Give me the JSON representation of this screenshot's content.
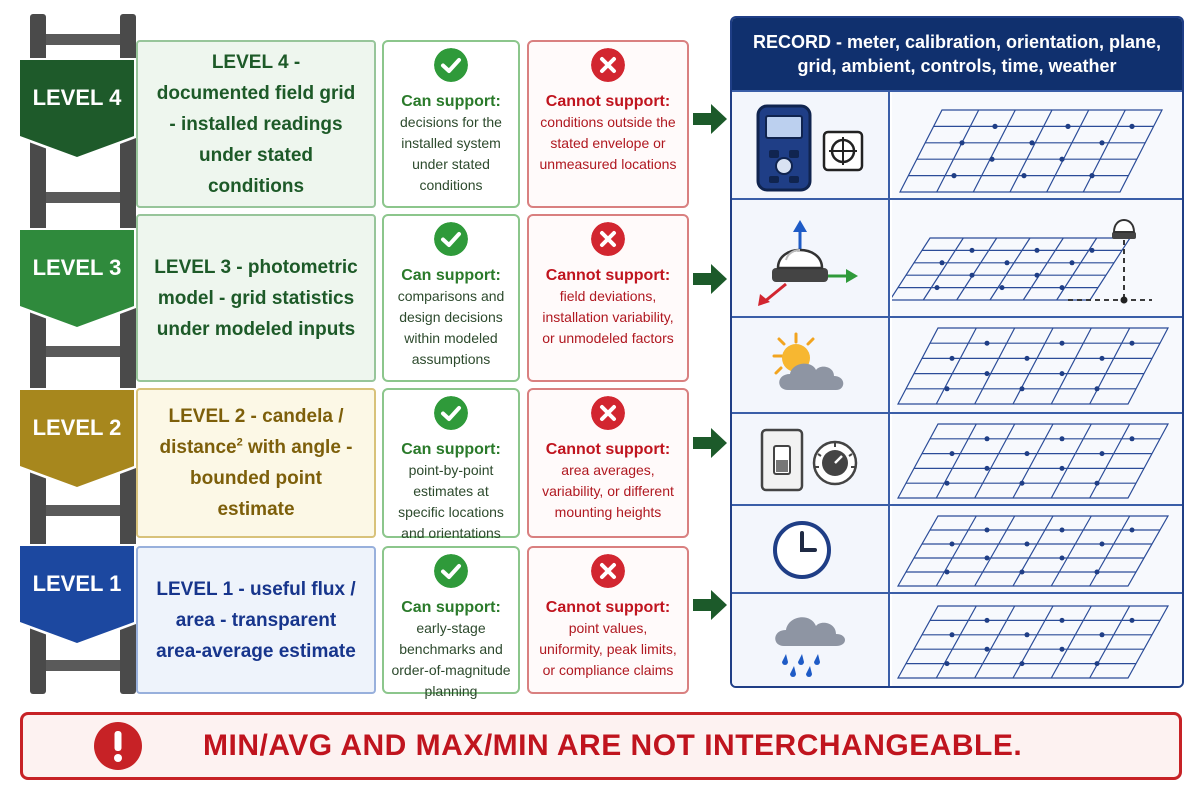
{
  "levels": [
    {
      "banner": "LEVEL 4",
      "title_strong": "LEVEL 4",
      "title_rest": " - documented field grid - installed readings under stated conditions",
      "can_head": "Can support:",
      "can_body": "decisions for the installed system under stated conditions",
      "cannot_head": "Cannot support:",
      "cannot_body": "conditions outside the stated envelope or unmeasured locations"
    },
    {
      "banner": "LEVEL 3",
      "title_strong": "LEVEL 3",
      "title_rest": " - photometric model - grid statistics under modeled inputs",
      "can_head": "Can support:",
      "can_body": "comparisons and design decisions within modeled assumptions",
      "cannot_head": "Cannot support:",
      "cannot_body": "field deviations, installation variability, or unmodeled factors"
    },
    {
      "banner": "LEVEL 2",
      "title_strong": "LEVEL 2",
      "title_rest_a": " - candela / distance",
      "title_sup": "2",
      "title_rest_b": " with angle - bounded point estimate",
      "can_head": "Can support:",
      "can_body": "point-by-point estimates at specific locations and orientations",
      "cannot_head": "Cannot support:",
      "cannot_body": "area averages, variability, or different mounting heights"
    },
    {
      "banner": "LEVEL 1",
      "title_strong": "LEVEL 1",
      "title_rest": " - useful flux / area - transparent area-average estimate",
      "can_head": "Can support:",
      "can_body": "early-stage benchmarks and order-of-magnitude planning",
      "cannot_head": "Cannot support:",
      "cannot_body": "point values, uniformity, peak limits, or compliance claims"
    }
  ],
  "record": {
    "header": "RECORD - meter, calibration, orientation, plane, grid, ambient, controls, time, weather",
    "rows": [
      {
        "icons": [
          "light-meter-icon",
          "calibration-target-icon"
        ]
      },
      {
        "icons": [
          "sensor-orientation-axes-icon",
          "mounted-sensor-icon"
        ]
      },
      {
        "icons": [
          "sun-cloud-icon"
        ]
      },
      {
        "icons": [
          "light-switch-icon",
          "dimmer-dial-icon"
        ]
      },
      {
        "icons": [
          "clock-icon"
        ]
      },
      {
        "icons": [
          "rain-cloud-icon"
        ]
      }
    ]
  },
  "warning": {
    "icon": "exclamation-icon",
    "text": "MIN/AVG AND MAX/MIN ARE NOT INTERCHANGEABLE."
  },
  "colors": {
    "level4": "#1e5a2a",
    "level3": "#2f8a3c",
    "level2": "#a7871d",
    "level1": "#1c48a0",
    "support_green": "#2f9a3a",
    "cannot_red": "#d22630",
    "record_navy": "#10306e",
    "arrow_green": "#1c5a2a"
  }
}
